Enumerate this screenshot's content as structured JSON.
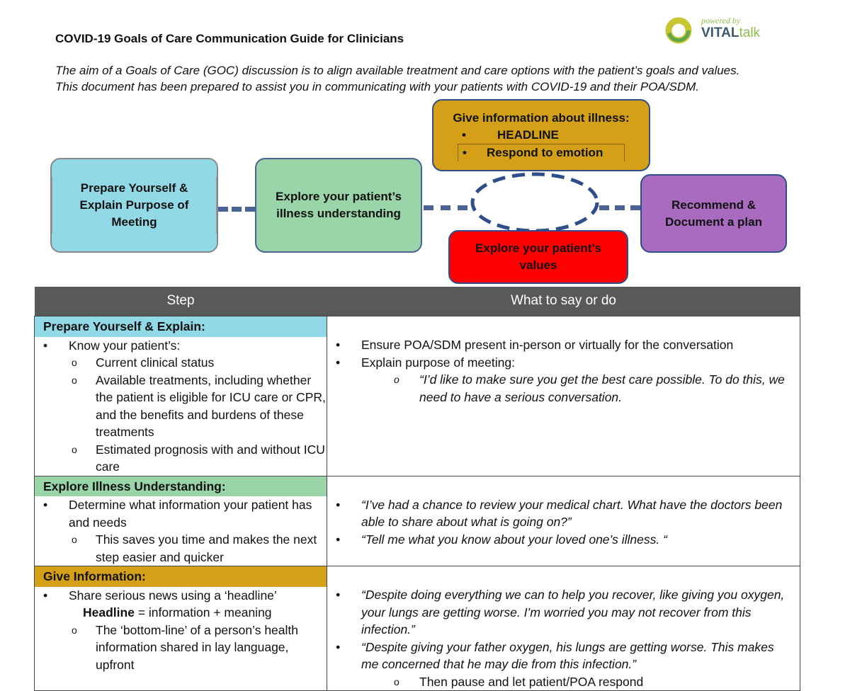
{
  "title": "COVID-19 Goals of Care Communication Guide for Clinicians",
  "logo": {
    "tagline": "powered by",
    "brand_bold": "VITAL",
    "brand_light": "talk"
  },
  "intro": [
    "The aim of a Goals of Care (GOC) discussion is to align available treatment and care options with the patient’s goals and values.",
    "This document has been prepared to assist you in communicating with your patients with COVID-19 and their POA/SDM."
  ],
  "diagram": {
    "prepare": "Prepare Yourself & Explain Purpose of Meeting",
    "explore_illness": "Explore your patient’s illness understanding",
    "give_info": {
      "title": "Give information about illness:",
      "bullets": [
        "HEADLINE",
        "Respond to emotion"
      ]
    },
    "explore_values": "Explore your patient’s values",
    "recommend": "Recommend & Document a plan",
    "colors": {
      "prepare": "#92d9e8",
      "explore_illness": "#99d5a9",
      "give_info": "#d4a017",
      "explore_values": "#ff0000",
      "recommend": "#a86bbf"
    }
  },
  "table": {
    "headers": [
      "Step",
      "What to say or do"
    ],
    "rows": [
      {
        "section": "Prepare Yourself & Explain:",
        "color": "#92d9e8",
        "left": [
          {
            "l": 1,
            "t": "Know your patient’s:"
          },
          {
            "l": 2,
            "t": "Current clinical status"
          },
          {
            "l": 2,
            "t": "Available treatments, including whether the patient is eligible for ICU care or CPR, and the benefits and burdens of these treatments"
          },
          {
            "l": 2,
            "t": "Estimated prognosis with and without ICU care"
          }
        ],
        "right": [
          {
            "l": 1,
            "t": "Ensure POA/SDM present in-person or virtually for the conversation"
          },
          {
            "l": 1,
            "t": "Explain purpose of meeting:"
          },
          {
            "l": 2,
            "t": "“I’d like to make sure you get the best care possible.  To do this, we need to have a serious conversation.",
            "i": true
          }
        ]
      },
      {
        "section": "Explore Illness Understanding:",
        "color": "#99d5a9",
        "left": [
          {
            "l": 1,
            "t": "Determine what information your patient has and needs"
          },
          {
            "l": 2,
            "t": "This saves you time and makes the next step easier and quicker"
          }
        ],
        "right": [
          {
            "l": 1,
            "t": "“I’ve had a chance to review your medical chart. What have the doctors been able to share about what is going on?”",
            "i": true
          },
          {
            "l": 1,
            "t": "“Tell me what you know about your loved one’s illness. “",
            "i": true
          }
        ]
      },
      {
        "section": "Give Information:",
        "color": "#d4a017",
        "left": [
          {
            "l": 1,
            "t": "Share serious news using a ‘headline’"
          },
          {
            "l": 0,
            "b": "Headline",
            "t": " = information + meaning"
          },
          {
            "l": 2,
            "t": "The ‘bottom-line’ of a person’s health information shared in lay language, upfront"
          }
        ],
        "right": [
          {
            "l": 1,
            "t": "“Despite doing everything we can to help you recover, like giving you oxygen, your lungs are getting worse. I’m worried you may not recover from this infection.”",
            "i": true
          },
          {
            "l": 1,
            "t": "“Despite giving your father oxygen, his lungs are getting worse. This makes me concerned that he may die from this infection.”",
            "i": true
          },
          {
            "l": 2,
            "t": "Then pause and let patient/POA respond"
          }
        ]
      }
    ]
  }
}
